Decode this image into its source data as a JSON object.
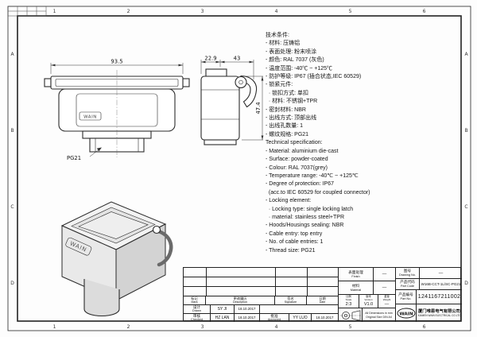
{
  "sheet": {
    "grid_top": [
      "1",
      "2",
      "3",
      "4",
      "5",
      "6"
    ],
    "grid_bottom": [
      "1",
      "2",
      "3",
      "4",
      "5",
      "6"
    ],
    "grid_left": [
      "A",
      "B",
      "C",
      "D"
    ],
    "grid_right": [
      "A",
      "B",
      "C",
      "D"
    ]
  },
  "views": {
    "brand_mark": "WAIN",
    "front_width_dim": "93.5",
    "side_offset_dim": "22.9",
    "side_depth_dim": "43",
    "side_height_dim": "47.4",
    "thread_callout": "PG21"
  },
  "specs": {
    "zh": [
      "技术条件:",
      "- 材料: 压铸铝",
      "- 表面处理: 粉末喷涂",
      "- 颜色: RAL 7037 (灰色)",
      "- 温度范围: -40℃ ~ +125℃",
      "- 防护等级: IP67 (插合状态,IEC 60529)",
      "- 锁紧元件:",
      "  · 锁扣方式: 单扣",
      "  · 材料: 不锈钢+TPR",
      "- 密封材料: NBR",
      "- 出线方式: 顶部出线",
      "- 出线孔数量: 1",
      "- 螺纹规格: PG21"
    ],
    "en": [
      "Technical specification:",
      "- Material: aluminium die-cast",
      "- Surface: powder-coated",
      "- Colour: RAL 7037(grey)",
      "- Temperature range: -40℃ ~ +125℃",
      "- Degree of protection: IP67",
      "  (acc.to IEC 60529 for coupled connector)",
      "- Locking element:",
      "  · Locking type: single locking latch",
      "  · material: stainless steel+TPR",
      "- Hoods/Housings sealing: NBR",
      "- Cable entry: top entry",
      "- No. of cable entries: 1",
      "- Thread size: PG21"
    ]
  },
  "title_block": {
    "finish": {
      "zh": "表面处理",
      "en": "Finish",
      "value": "—"
    },
    "material": {
      "zh": "材料",
      "en": "Material",
      "value": "—"
    },
    "scale": {
      "zh": "比例",
      "en": "Scale",
      "value": "2:3"
    },
    "version": {
      "zh": "版本",
      "en": "Version",
      "value": "V1.0"
    },
    "weight": {
      "zh": "重量",
      "en": "Weight",
      "value": "—"
    },
    "drawing_no": {
      "zh": "图号",
      "en": "Drawing No.",
      "value": "—"
    },
    "part_code": {
      "zh": "产品代码",
      "en": "Part Code",
      "value": "W16B-CCT-1L/SC-PG21"
    },
    "part_no": {
      "zh": "产品编号",
      "en": "Part No.",
      "value": "1241167211002"
    },
    "rev_header": {
      "mark_zh": "标记",
      "mark_en": "Mark",
      "desc_zh": "更改履历",
      "desc_en": "Description",
      "sign_zh": "签名",
      "sign_en": "Signature",
      "date_zh": "日期",
      "date_en": "Date"
    },
    "signatures": [
      {
        "zh": "设计",
        "en": "Drawn",
        "name": "SY JI",
        "date": "18.10.2017"
      },
      {
        "zh": "审核",
        "en": "Checked",
        "name": "HZ LAN",
        "date": "18.10.2017"
      },
      {
        "zh": "批准",
        "en": "Approved",
        "name": "YY LUO",
        "date": "18.10.2017"
      }
    ],
    "dims_note": {
      "line1": "All Dimensions in mm",
      "line2": "Original Size DIN A4"
    },
    "company": {
      "logo": "WAIN",
      "zh": "厦门唯恩电气有限公司",
      "en": "XIAMEN WAIN ELECTRICAL CO.LTD"
    }
  }
}
